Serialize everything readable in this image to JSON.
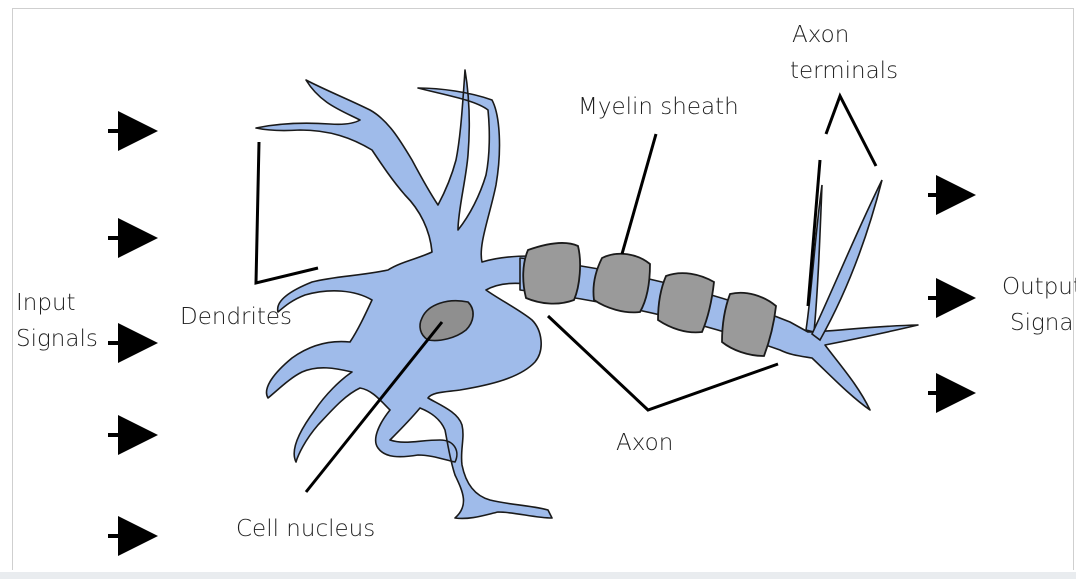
{
  "diagram": {
    "labels": {
      "input_signals_line1": "Input",
      "input_signals_line2": "Signals",
      "dendrites": "Dendrites",
      "cell_nucleus": "Cell nucleus",
      "myelin_sheath": "Myelin sheath",
      "axon": "Axon",
      "axon_terminals_line1": "Axon",
      "axon_terminals_line2": "terminals",
      "output_signals_line1": "Output",
      "output_signals_line2": "Signals"
    },
    "colors": {
      "neuron_fill": "#9fbbea",
      "neuron_stroke": "#1a1a1a",
      "myelin_fill": "#9a9a9a",
      "nucleus_fill": "#8f8f8f",
      "arrow": "#000000"
    },
    "input_arrow_count": 5,
    "output_arrow_count": 3
  }
}
